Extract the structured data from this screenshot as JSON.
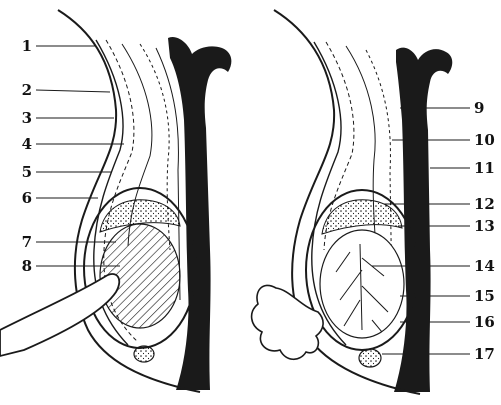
{
  "diagram": {
    "labels_left": [
      "1",
      "2",
      "3",
      "4",
      "5",
      "6",
      "7",
      "8"
    ],
    "labels_right": [
      "9",
      "10",
      "11",
      "12",
      "13",
      "14",
      "15",
      "16",
      "17"
    ],
    "colors": {
      "ink": "#1a1a1a",
      "paper": "#ffffff"
    }
  }
}
